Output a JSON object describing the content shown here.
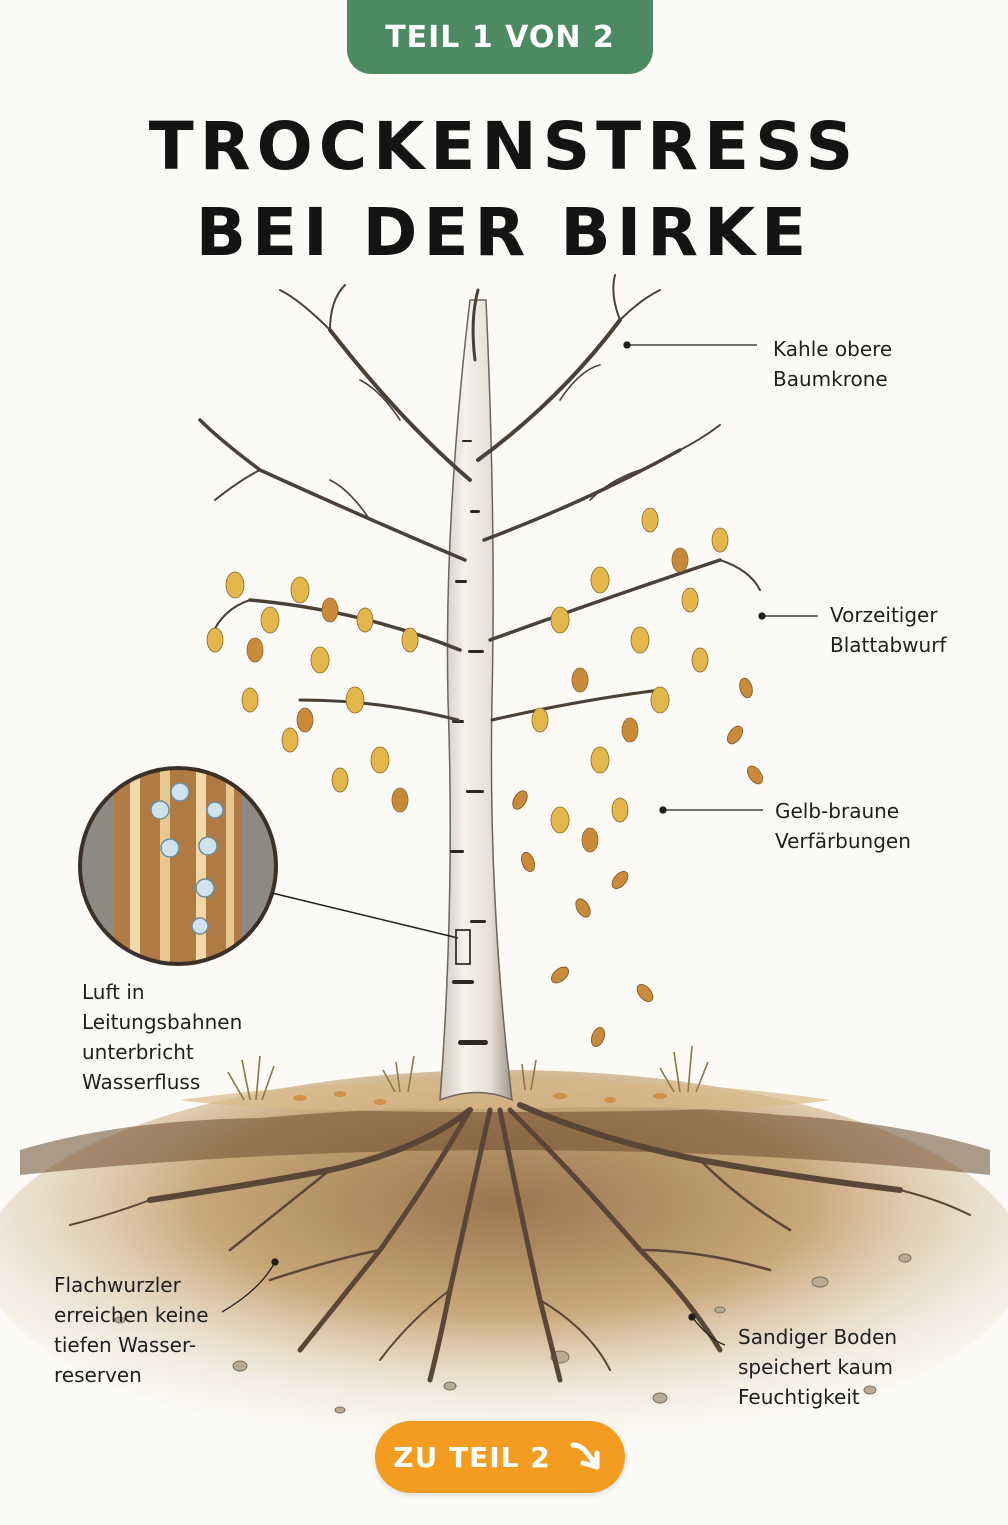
{
  "badge": {
    "text": "TEIL 1 VON 2"
  },
  "title": {
    "line1": "TROCKENSTRESS",
    "line2": "BEI DER BIRKE"
  },
  "labels": {
    "crown": [
      "Kahle obere",
      "Baumkrone"
    ],
    "leaf_drop": [
      "Vorzeitiger",
      "Blattabwurf"
    ],
    "discoloration": [
      "Gelb-braune",
      "Verfärbungen"
    ],
    "embolism": [
      "Luft in",
      "Leitungsbahnen",
      "unterbricht",
      "Wasserfluss"
    ],
    "shallow_roots": [
      "Flachwurzler",
      "erreichen keine",
      "tiefen Wasser-",
      "reserven"
    ],
    "sandy_soil": [
      "Sandiger Boden",
      "speichert kaum",
      "Feuchtigkeit"
    ]
  },
  "cta": {
    "label": "ZU TEIL 2",
    "icon": "arrow-down-right-icon"
  },
  "colors": {
    "badge_green": "#4d8a62",
    "cta_orange": "#f39c1f",
    "leaf_yellow": "#e2b64a",
    "leaf_brown": "#c98a3a",
    "soil": "#c8a77a",
    "bark_dark": "#3a3028"
  }
}
